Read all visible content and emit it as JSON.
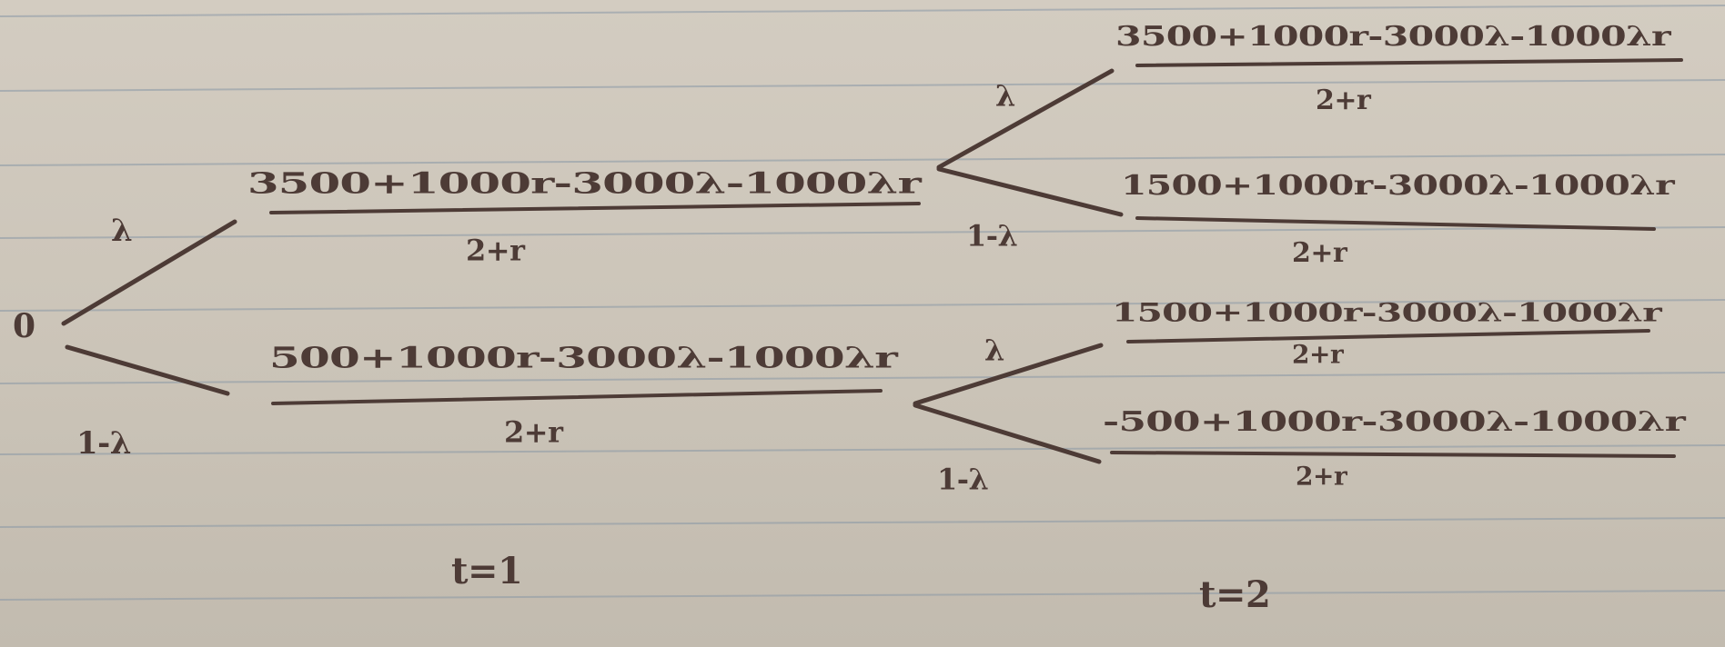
{
  "root": {
    "label": "0"
  },
  "branches": {
    "up": "λ",
    "down": "1-λ"
  },
  "period1": {
    "top": {
      "numerator": "3500+1000r-3000λ-1000λr",
      "denominator": "2+r"
    },
    "bottom": {
      "numerator": "500+1000r-3000λ-1000λr",
      "denominator": "2+r"
    }
  },
  "period2": {
    "top_up_prob": "λ",
    "top_down_prob": "1-λ",
    "bottom_up_prob": "λ",
    "bottom_down_prob": "1-λ",
    "outcomes": [
      {
        "numerator": "3500+1000r-3000λ-1000λr",
        "denominator": "2+r"
      },
      {
        "numerator": "1500+1000r-3000λ-1000λr",
        "denominator": "2+r"
      },
      {
        "numerator": "1500+1000r-3000λ-1000λr",
        "denominator": "2+r"
      },
      {
        "numerator": "-500+1000r-3000λ-1000λr",
        "denominator": "2+r"
      }
    ]
  },
  "time_labels": {
    "t1": "t=1",
    "t2": "t=2"
  },
  "colors": {
    "ink": "#4d3b36",
    "paper": "#cbc4b8",
    "rule": "#8a98a6"
  }
}
